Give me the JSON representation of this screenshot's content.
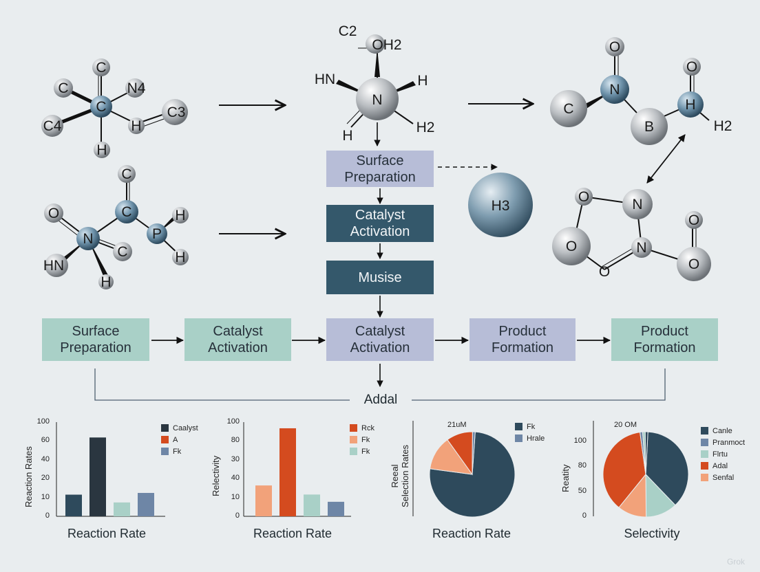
{
  "flow": {
    "top_box1": "Surface\nPreparation",
    "top_box2": "Catalyst\nActivation",
    "top_box3": "Musise",
    "floating_atom": "H3",
    "row": [
      "Surface\nPreparation",
      "Catalyst\nActivation",
      "Catalyst\nActivation",
      "Product\nFormation",
      "Product\nFormation"
    ],
    "bracket_label": "Addal"
  },
  "molecules": {
    "m1": [
      "C",
      "C",
      "N4",
      "C",
      "C4",
      "H",
      "H",
      "C3"
    ],
    "m2": [
      "C2",
      "OH2",
      "HN",
      "N",
      "H",
      "H",
      "H2"
    ],
    "m3": [
      "O",
      "N",
      "C",
      "O",
      "H",
      "B",
      "H2"
    ],
    "m4": [
      "C",
      "O",
      "C",
      "H",
      "N",
      "P",
      "C",
      "HN",
      "H",
      "H"
    ],
    "m5": [
      "O",
      "N",
      "O",
      "N",
      "O",
      "O",
      "O"
    ]
  },
  "colors": {
    "navy": "#2e4a5c",
    "orange": "#d44b1f",
    "peach": "#f2a27a",
    "mint": "#a9d0c7",
    "slate": "#6e86a6",
    "dark": "#2a3640"
  },
  "chart_data": [
    {
      "type": "bar",
      "ylabel": "Reaction Rates",
      "xlabel": "Reaction Rate",
      "yticks": [
        "0",
        "10",
        "20",
        "40",
        "60",
        "100"
      ],
      "ylim": [
        0,
        100
      ],
      "legend": [
        "Caalyst",
        "A",
        "Fk"
      ],
      "values": [
        25,
        91,
        16,
        27
      ],
      "bar_colors": [
        "#2e4a5c",
        "#2a3640",
        "#a9d0c7",
        "#6e86a6"
      ]
    },
    {
      "type": "bar",
      "ylabel": "Relectivity",
      "xlabel": "Reaction Rate",
      "yticks": [
        "0",
        "10",
        "40",
        "30",
        "80",
        "100"
      ],
      "ylim": [
        0,
        100
      ],
      "legend": [
        "Rck",
        "Fk",
        "Fk"
      ],
      "values": [
        34,
        97,
        24,
        16
      ],
      "bar_colors": [
        "#f2a27a",
        "#d44b1f",
        "#a9d0c7",
        "#6e86a6"
      ]
    },
    {
      "type": "pie",
      "ylabel": "Reeal\nSelection Rates",
      "xlabel": "Reaction Rate",
      "top_label": "21uM",
      "legend": [
        "Fk",
        "Hrale"
      ],
      "slices": [
        76,
        13,
        10,
        1
      ],
      "slice_colors": [
        "#2e4a5c",
        "#f2a27a",
        "#d44b1f",
        "#6e86a6"
      ]
    },
    {
      "type": "pie",
      "ylabel": "Reatity",
      "xlabel": "Selectivity",
      "top_label": "20 OM",
      "yticks": [
        "0",
        "50",
        "80",
        "100"
      ],
      "legend": [
        "Canle",
        "Pranmoct",
        "Flrtu",
        "Adal",
        "Senfal"
      ],
      "slices": [
        37,
        12,
        11,
        37,
        1,
        1,
        1
      ],
      "slice_colors": [
        "#2e4a5c",
        "#a9d0c7",
        "#f2a27a",
        "#d44b1f",
        "#6e86a6",
        "#a9d0c7",
        "#2e4a5c"
      ]
    }
  ],
  "watermark": "Grok"
}
